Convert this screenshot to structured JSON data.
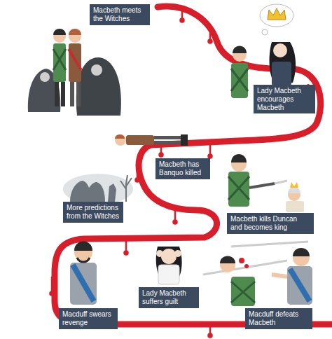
{
  "diagram": {
    "nodes": [
      {
        "text": [
          "Macbeth meets the Witches"
        ]
      },
      {
        "text": [
          "Lady Macbeth encourages Macbeth"
        ]
      },
      {
        "text": [
          "Macbeth has Banquo killed"
        ]
      },
      {
        "text": [
          "More predictions from the Witches"
        ]
      },
      {
        "text": [
          "Macbeth kills Duncan and becomes king"
        ]
      },
      {
        "text": [
          "Lady Macbeth suffers guilt"
        ]
      },
      {
        "text": [
          "Macduff swears revenge"
        ]
      },
      {
        "text": [
          "Macduff defeats Macbeth"
        ]
      }
    ]
  }
}
